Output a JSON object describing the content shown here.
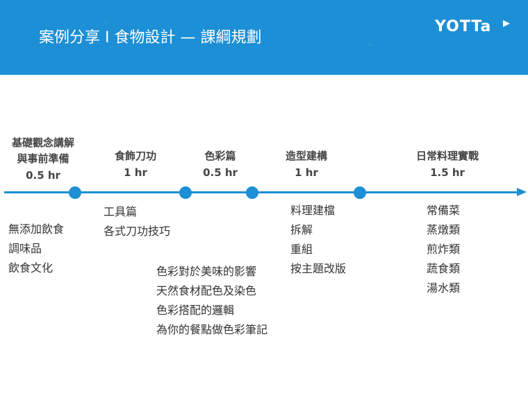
{
  "header": {
    "title": "案例分享 I 食物設計 — 課綱規劃",
    "logo_text": "YOTTa",
    "color": "#1c8fd6"
  },
  "timeline": {
    "phases": [
      {
        "title_line1": "基礎觀念講解",
        "title_line2": "與事前準備",
        "hours": "0.5 hr",
        "items": [
          "無添加飲食",
          "調味品",
          "飲食文化"
        ]
      },
      {
        "title": "食飾刀功",
        "hours": "1 hr",
        "items": [
          "工具篇",
          "各式刀功技巧"
        ]
      },
      {
        "title": "色彩篇",
        "hours": "0.5 hr",
        "items": [
          "色彩對於美味的影響",
          "天然食材配色及染色",
          "色彩搭配的邏輯",
          "為你的餐點做色彩筆記"
        ]
      },
      {
        "title": "造型建構",
        "hours": "1 hr",
        "items": [
          "料理建檔",
          "拆解",
          "重組",
          "按主題改版"
        ]
      },
      {
        "title": "日常料理實戰",
        "hours": "1.5 hr",
        "items": [
          "常備菜",
          "蒸燉類",
          "煎炸類",
          "蔬食類",
          "湯水類"
        ]
      }
    ]
  }
}
